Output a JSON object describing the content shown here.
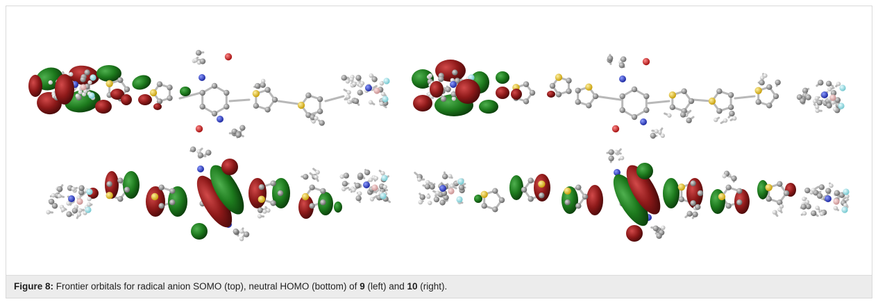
{
  "figure": {
    "label": "Figure 8:",
    "caption_parts": [
      {
        "text": "Frontier orbitals for radical anion SOMO (top), neutral HOMO (bottom) of ",
        "bold": false
      },
      {
        "text": "9",
        "bold": true
      },
      {
        "text": " (left) and ",
        "bold": false
      },
      {
        "text": "10",
        "bold": true
      },
      {
        "text": " (right).",
        "bold": false
      }
    ],
    "panels": [
      {
        "orbital": "SOMO",
        "compound": "9"
      },
      {
        "orbital": "SOMO",
        "compound": "10"
      },
      {
        "orbital": "HOMO",
        "compound": "9"
      },
      {
        "orbital": "HOMO",
        "compound": "10"
      }
    ],
    "colors": {
      "lobe_positive": "#9b1b1b",
      "lobe_negative": "#1e7a1e",
      "carbon": "#8a8a8a",
      "hydrogen": "#eaeaea",
      "nitrogen": "#2a3fd0",
      "oxygen": "#d41414",
      "sulfur": "#e6c21a",
      "fluorine": "#9fe0e6",
      "boron": "#e6b4b4",
      "caption_bg": "#ececec"
    }
  }
}
